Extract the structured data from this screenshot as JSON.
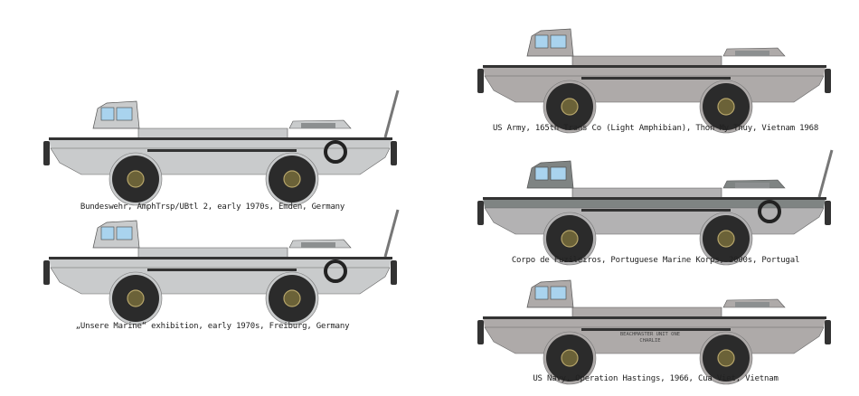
{
  "profiles": [
    {
      "caption": "Bundeswehr, AmphTrsp/UBtl 2, early 1970s, Emden, Germany",
      "hull_color": "#c9cbcc",
      "upper_color": "#c9cbcc",
      "antenna": true,
      "spare_tire": true
    },
    {
      "caption": "„Unsere Marine“ exhibition, early 1970s, Freiburg, Germany",
      "hull_color": "#c9cbcc",
      "upper_color": "#c9cbcc",
      "antenna": true,
      "spare_tire": true
    },
    {
      "caption": "US Army, 165th Trans Co (Light Amphibian), Thon My Thuy, Vietnam 1968",
      "hull_color": "#aeaaa9",
      "upper_color": "#aeaaa9",
      "antenna": false,
      "spare_tire": false
    },
    {
      "caption": "Corpo de Fuzileiros, Portuguese Marine Korps, 2000s, Portugal",
      "hull_color": "#b3b2b3",
      "upper_color": "#7f8483",
      "antenna": true,
      "spare_tire": true
    },
    {
      "caption": "US Navy, Operation Hastings, 1966, Cua Viet, Vietnam",
      "hull_color": "#aeaaa9",
      "upper_color": "#aeaaa9",
      "antenna": false,
      "spare_tire": false,
      "hull_marking": "BEACHMASTER UNIT ONE CHARLIE"
    }
  ]
}
